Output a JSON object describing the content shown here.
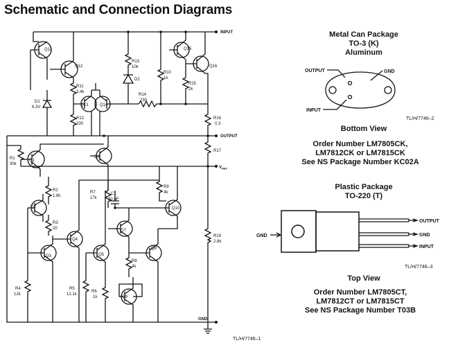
{
  "title": "Schematic and Connection Diagrams",
  "schematic": {
    "terminals": {
      "input": "INPUT",
      "output": "OUTPUT",
      "vref": "V",
      "vref_sub": "REF",
      "gnd": "GND"
    },
    "transistors": [
      "Q11",
      "Q12",
      "Q13",
      "Q14",
      "Q15",
      "Q16",
      "Q1",
      "Q2",
      "Q3",
      "Q4",
      "Q5",
      "Q6",
      "Q7",
      "Q8",
      "Q9",
      "Q10"
    ],
    "diodes": [
      {
        "name": "D1",
        "value": "6.3V"
      },
      {
        "name": "D2",
        "value": ""
      }
    ],
    "resistors": [
      {
        "name": "R13",
        "value": "10k"
      },
      {
        "name": "R10",
        "value": "1k"
      },
      {
        "name": "R15",
        "value": "2k"
      },
      {
        "name": "R11",
        "value": "3.4k"
      },
      {
        "name": "R14",
        "value": "230"
      },
      {
        "name": "R12",
        "value": "200"
      },
      {
        "name": "R16",
        "value": "0.3"
      },
      {
        "name": "R17",
        "value": ""
      },
      {
        "name": "R1",
        "value": "30k"
      },
      {
        "name": "R2",
        "value": "1.8k"
      },
      {
        "name": "R3",
        "value": "20"
      },
      {
        "name": "R7",
        "value": "17k"
      },
      {
        "name": "R9",
        "value": "4k"
      },
      {
        "name": "R8",
        "value": "4k"
      },
      {
        "name": "R19",
        "value": "2.8k"
      },
      {
        "name": "R4",
        "value": "12k"
      },
      {
        "name": "R5",
        "value": "12.1k"
      },
      {
        "name": "R6",
        "value": "1k"
      }
    ],
    "capacitor": {
      "name": "C1",
      "value": "20 pF"
    },
    "ref": "TL/H/7746–1"
  },
  "metal_can": {
    "title": "Metal Can Package",
    "line2": "TO-3 (K)",
    "line3": "Aluminum",
    "pin_output": "OUTPUT",
    "pin_gnd": "GND",
    "pin_input": "INPUT",
    "ref": "TL/H/7746–2",
    "view": "Bottom View",
    "order1": "Order Number LM7805CK,",
    "order2": "LM7812CK or LM7815CK",
    "order3": "See NS Package Number KC02A"
  },
  "plastic": {
    "title": "Plastic Package",
    "line2": "TO-220 (T)",
    "pin_gnd_left": "GND",
    "pin_output": "OUTPUT",
    "pin_gnd": "GND",
    "pin_input": "INPUT",
    "ref": "TL/H/7746–3",
    "view": "Top View",
    "order1": "Order Number LM7805CT,",
    "order2": "LM7812CT or LM7815CT",
    "order3": "See NS Package Number T03B"
  }
}
